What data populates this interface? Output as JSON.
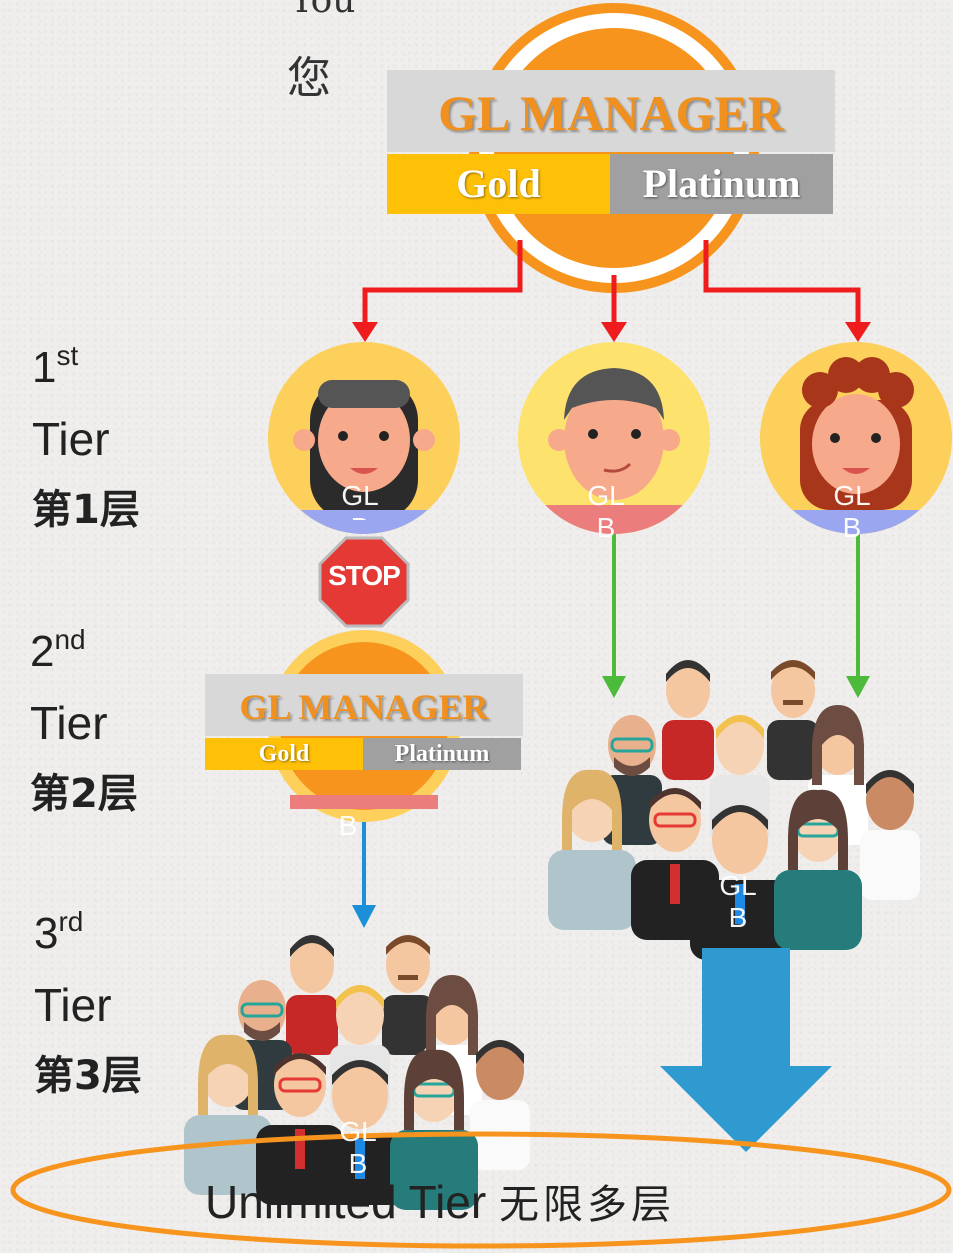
{
  "you": {
    "en": "You",
    "cn": "您"
  },
  "manager": {
    "title": "GL MANAGER",
    "gold": "Gold",
    "platinum": "Platinum"
  },
  "tiers": [
    {
      "num": "1",
      "suffix": "st",
      "word": "Tier",
      "cn": "第1层"
    },
    {
      "num": "2",
      "suffix": "nd",
      "word": "Tier",
      "cn": "第2层"
    },
    {
      "num": "3",
      "suffix": "rd",
      "word": "Tier",
      "cn": "第3层"
    }
  ],
  "stop_sign": "STOP",
  "member_label": "GL\nB",
  "unlimited": {
    "en": "Unlimited Tier",
    "cn": "无限多层"
  },
  "colors": {
    "orange": "#f7941d",
    "gold": "#ffc107",
    "platinum": "#a0a0a0",
    "red_arrow": "#ee1c1c",
    "green_arrow": "#4cbb3c",
    "blue_arrow": "#1b8fd8",
    "big_arrow": "#2e9ad0"
  }
}
